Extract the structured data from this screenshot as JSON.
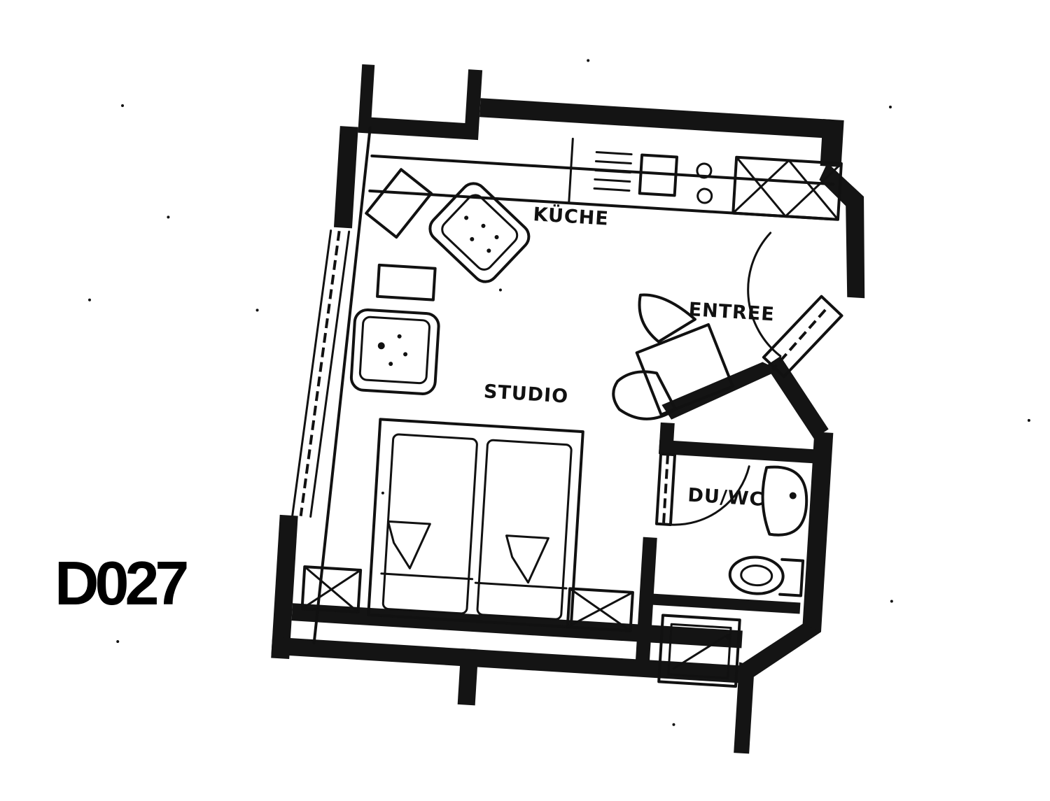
{
  "unit_id": "D027",
  "rooms": {
    "kitchen": "KÜCHE",
    "entrance": "ENTREE",
    "studio": "STUDIO",
    "bathroom": "DU/WC"
  }
}
